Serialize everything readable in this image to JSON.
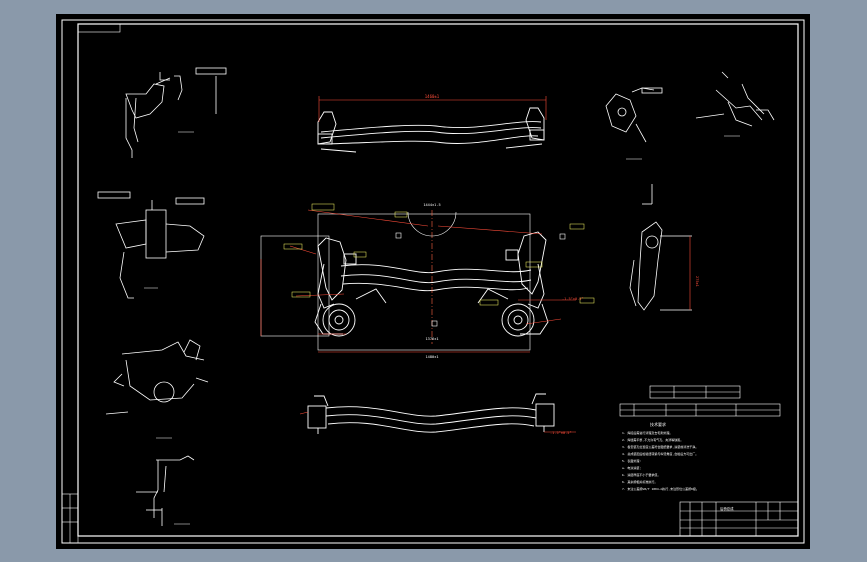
{
  "colors": {
    "background": "#8a99aa",
    "sheet": "#000000",
    "linework": "#ffffff",
    "dimension": "#ff4d3a",
    "annotation": "#ffff66",
    "centerline": "#ff6644"
  },
  "drawing": {
    "front_view_dim": "1460±1",
    "top_span_dim": "1444±1.5",
    "bottom_dim": "1480±1",
    "lower_track_dim": "1376±1",
    "angle_left": "-1.5°±0.5°",
    "angle_right": "-1.5°±0.5°",
    "side_height_dim": "275±1",
    "title_block_label": "后桥总成"
  },
  "notes_heading": "技术要求",
  "notes_lines": [
    "1. 焊接后需进行清理及去毛刺处理。",
    "2. 焊缝需平整,不允许有气孔、夹渣等缺陷。",
    "3. 各安装孔位置度公差符合图纸要求,涂装前清洗干净。",
    "4. 总成装配后检验扭转梁与纵臂角度,合格后方可出厂。",
    "5. 表面处理:",
    "   a. 电泳涂装;",
    "   b. 涂层厚度不小于要求值。",
    "6. 其余按相关标准执行。",
    "7. 未注公差按GB/T 1804-m执行,未注形位公差按K级。"
  ]
}
